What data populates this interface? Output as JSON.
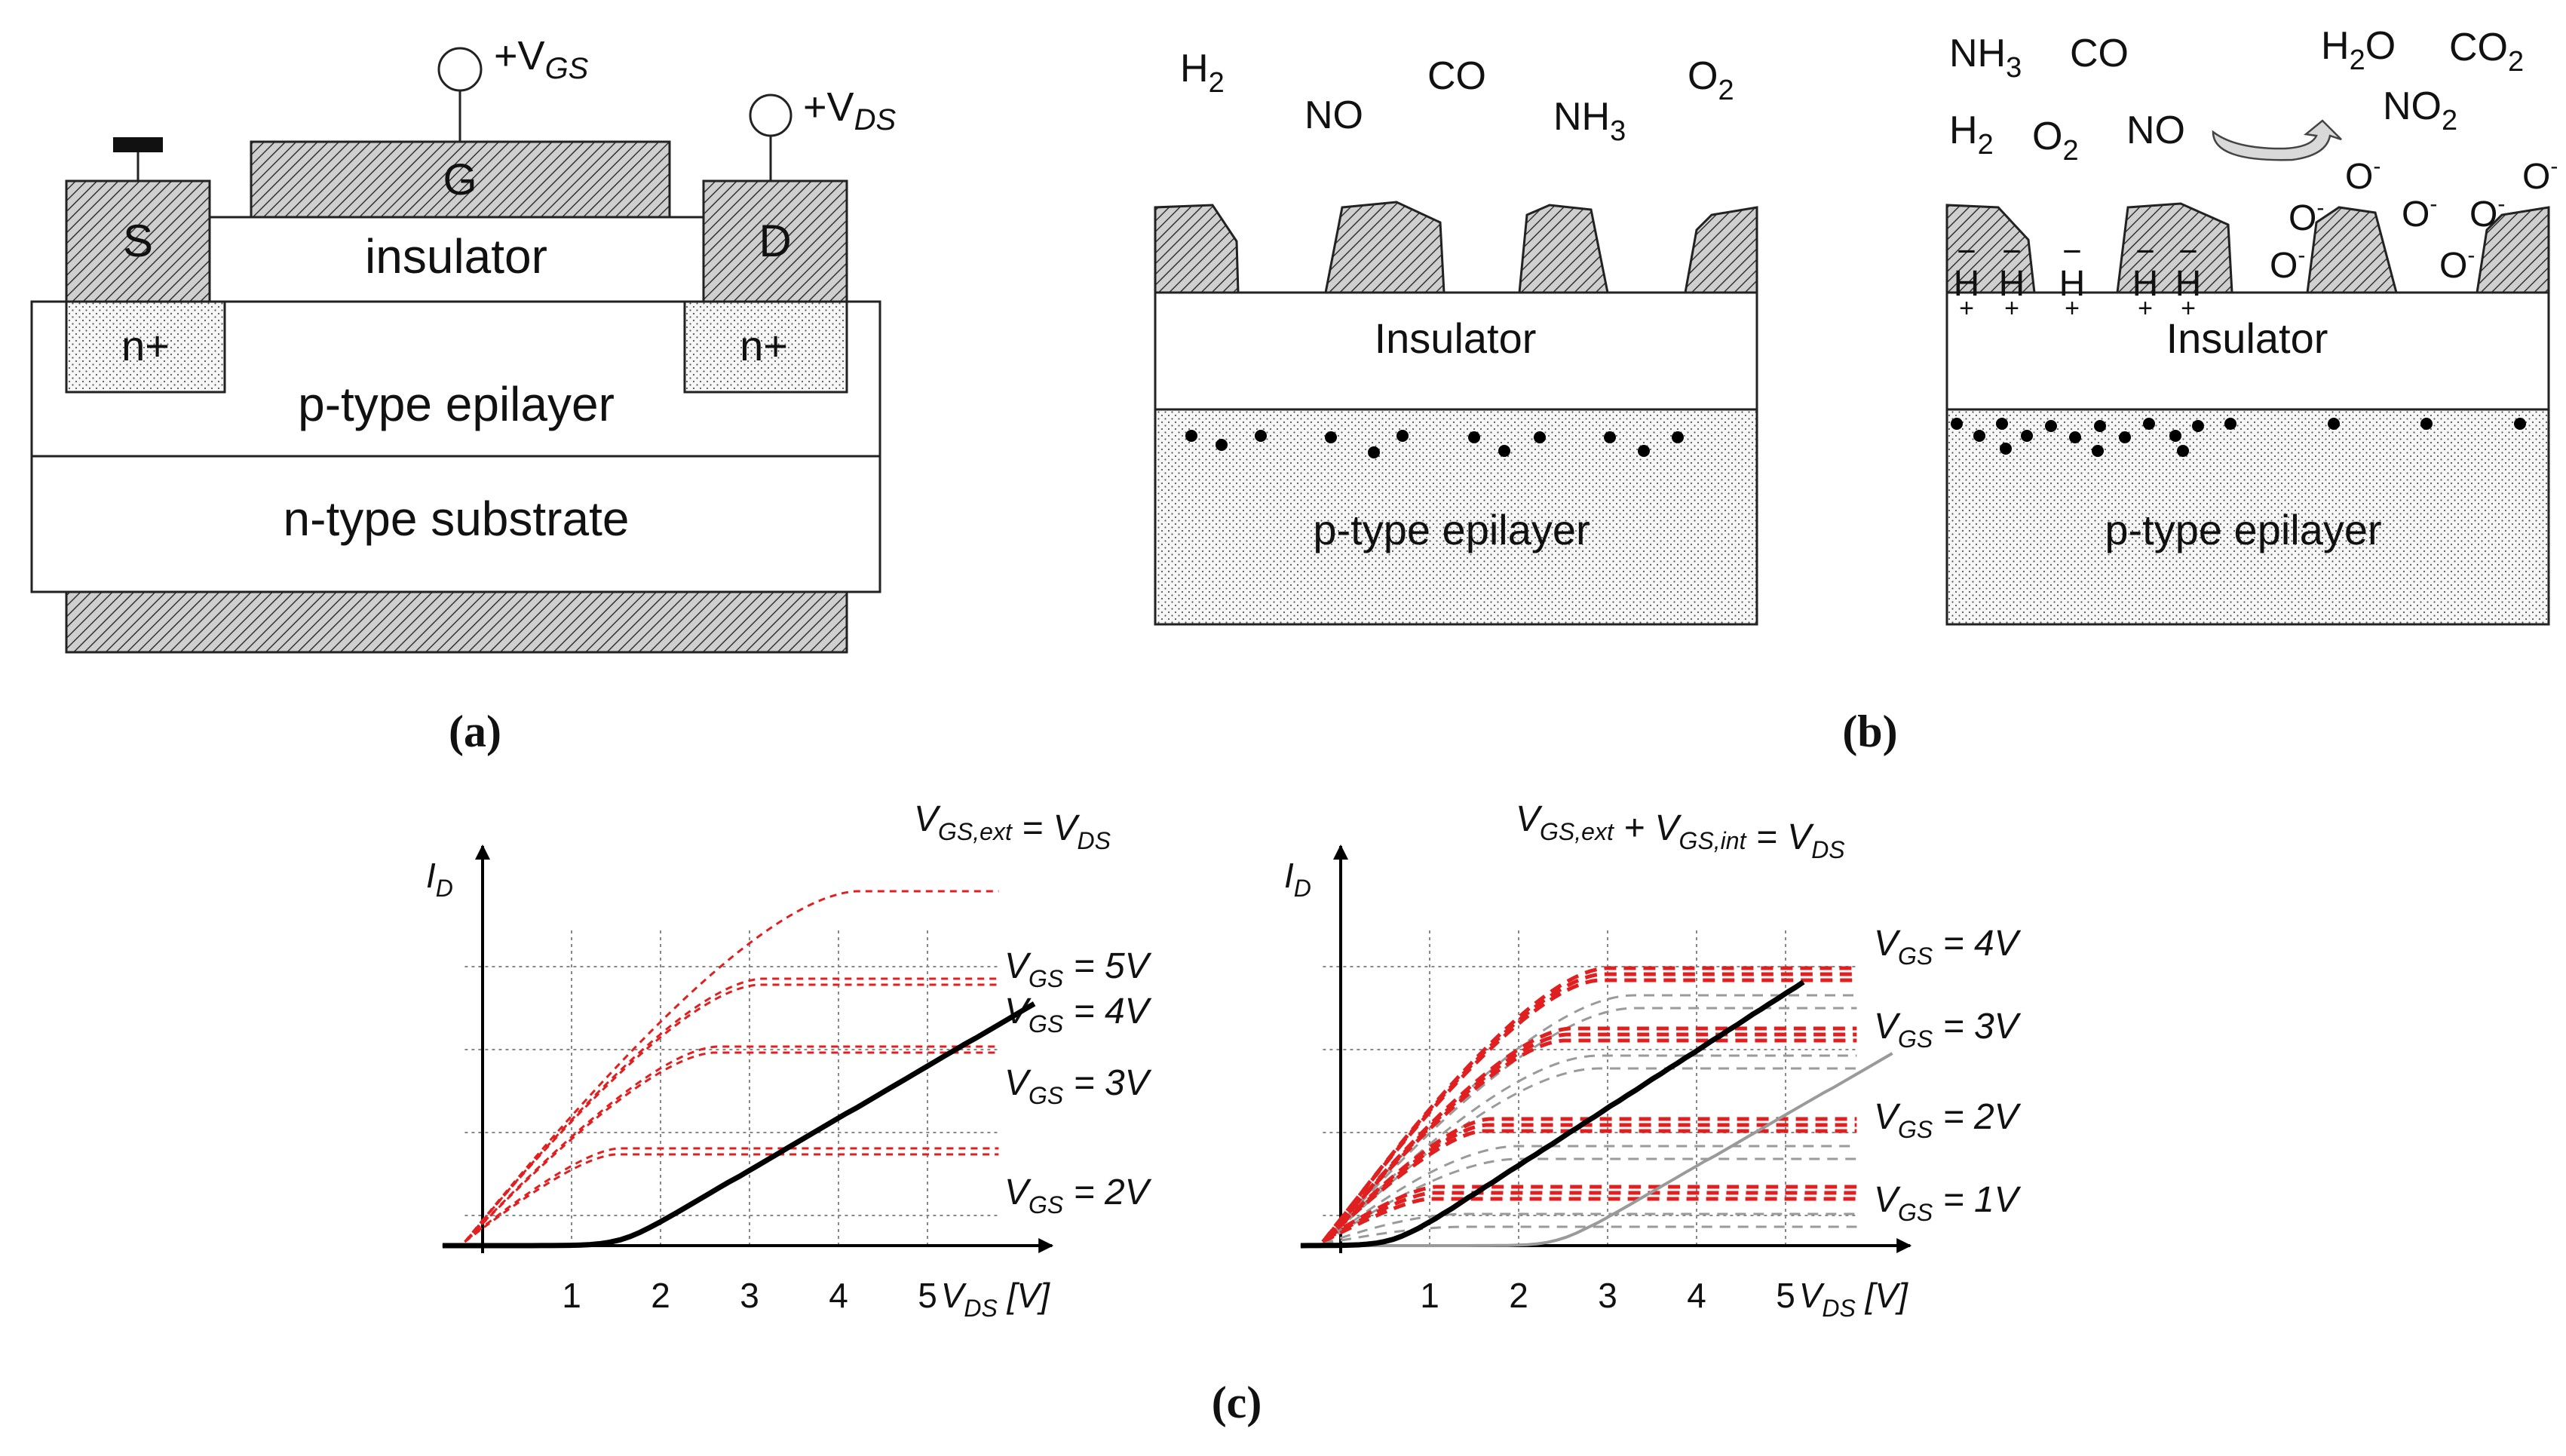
{
  "panel_a": {
    "caption": "(a)",
    "terminal_gate": "+V",
    "terminal_gate_sub": "GS",
    "terminal_drain": "+V",
    "terminal_drain_sub": "DS",
    "source_label": "S",
    "gate_label": "G",
    "drain_label": "D",
    "insulator_label": "insulator",
    "nplus_left": "n+",
    "nplus_right": "n+",
    "epilayer_label": "p-type epilayer",
    "substrate_label": "n-type substrate"
  },
  "panel_b": {
    "caption": "(b)",
    "left": {
      "gases": [
        {
          "base": "H",
          "sub": "2"
        },
        {
          "base": "NO",
          "sub": ""
        },
        {
          "base": "CO",
          "sub": ""
        },
        {
          "base": "NH",
          "sub": "3"
        },
        {
          "base": "O",
          "sub": "2"
        }
      ],
      "insulator_label": "Insulator",
      "epilayer_label": "p-type epilayer"
    },
    "right": {
      "gases": [
        {
          "base": "NH",
          "sub": "3"
        },
        {
          "base": "CO",
          "sub": ""
        },
        {
          "base": "H",
          "sub": "2"
        },
        {
          "base": "O",
          "sub": "2"
        },
        {
          "base": "NO",
          "sub": ""
        },
        {
          "base": "H",
          "sub": "2",
          "tail": "O"
        },
        {
          "base": "CO",
          "sub": "2"
        },
        {
          "base": "NO",
          "sub": "2"
        }
      ],
      "hydrogen_label": "H",
      "oxygen_label": "O",
      "minus": "−",
      "plus": "+",
      "insulator_label": "Insulator",
      "epilayer_label": "p-type epilayer"
    }
  },
  "panel_c": {
    "caption": "(c)",
    "left": {
      "y_label": "I",
      "y_label_sub": "D",
      "x_ticks": [
        "1",
        "2",
        "3",
        "4",
        "5"
      ],
      "x_label": "V",
      "x_label_sub": "DS",
      "x_label_unit": " [V]",
      "boundary_label": {
        "parts": [
          [
            "V",
            "GS,ext"
          ],
          [
            " = V",
            "DS"
          ]
        ]
      },
      "curve_labels": [
        {
          "v": "V",
          "sub": "GS",
          "val": " = 5V"
        },
        {
          "v": "V",
          "sub": "GS",
          "val": " = 4V"
        },
        {
          "v": "V",
          "sub": "GS",
          "val": " = 3V"
        },
        {
          "v": "V",
          "sub": "GS",
          "val": " = 2V"
        }
      ]
    },
    "right": {
      "y_label": "I",
      "y_label_sub": "D",
      "x_ticks": [
        "1",
        "2",
        "3",
        "4",
        "5"
      ],
      "x_label": "V",
      "x_label_sub": "DS",
      "x_label_unit": " [V]",
      "boundary_label": {
        "parts": [
          [
            "V",
            "GS,ext"
          ],
          [
            " + V",
            "GS,int"
          ],
          [
            " = V",
            "DS"
          ]
        ]
      },
      "curve_labels": [
        {
          "v": "V",
          "sub": "GS",
          "val": " = 4V"
        },
        {
          "v": "V",
          "sub": "GS",
          "val": " = 3V"
        },
        {
          "v": "V",
          "sub": "GS",
          "val": " = 2V"
        },
        {
          "v": "V",
          "sub": "GS",
          "val": " = 1V"
        }
      ]
    }
  },
  "colors": {
    "curve_red": "#e02020",
    "boundary_black": "#000000",
    "boundary_gray": "#9a9a9a",
    "grid": "#888888",
    "hatch": "#333333",
    "dots_fill": "#f4f4f4"
  }
}
